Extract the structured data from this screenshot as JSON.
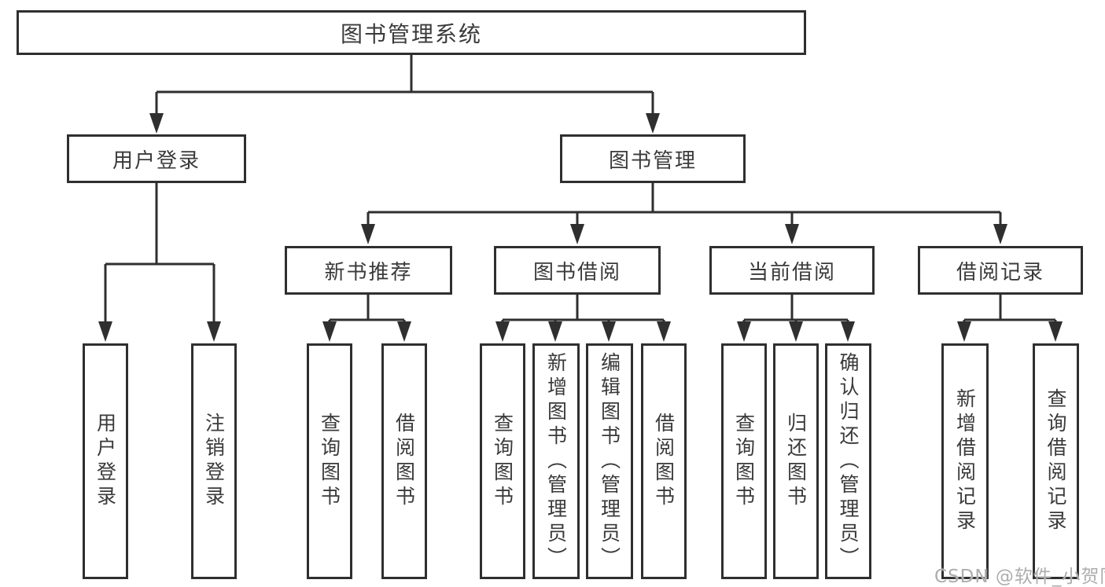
{
  "diagram_title": "图书管理系统",
  "tree": {
    "root": {
      "label": "图书管理系统",
      "children": [
        {
          "label": "用户登录",
          "children": [
            {
              "label": "用户登录"
            },
            {
              "label": "注销登录"
            }
          ]
        },
        {
          "label": "图书管理",
          "children": [
            {
              "label": "新书推荐",
              "children": [
                {
                  "label": "查询图书"
                },
                {
                  "label": "借阅图书"
                }
              ]
            },
            {
              "label": "图书借阅",
              "children": [
                {
                  "label": "查询图书"
                },
                {
                  "label": "新增图书（管理员）"
                },
                {
                  "label": "编辑图书（管理员）"
                },
                {
                  "label": "借阅图书"
                }
              ]
            },
            {
              "label": "当前借阅",
              "children": [
                {
                  "label": "查询图书"
                },
                {
                  "label": "归还图书"
                },
                {
                  "label": "确认归还（管理员）"
                }
              ]
            },
            {
              "label": "借阅记录",
              "children": [
                {
                  "label": "新增借阅记录"
                },
                {
                  "label": "查询借阅记录"
                }
              ]
            }
          ]
        }
      ]
    }
  },
  "watermark": {
    "text": "CSDN @软件_小贺同学"
  },
  "colors": {
    "line": "#2f2f2f",
    "box_border": "#2f2f2f",
    "text": "#3a3a3a",
    "background": "#ffffff",
    "watermark": "#adadad"
  }
}
